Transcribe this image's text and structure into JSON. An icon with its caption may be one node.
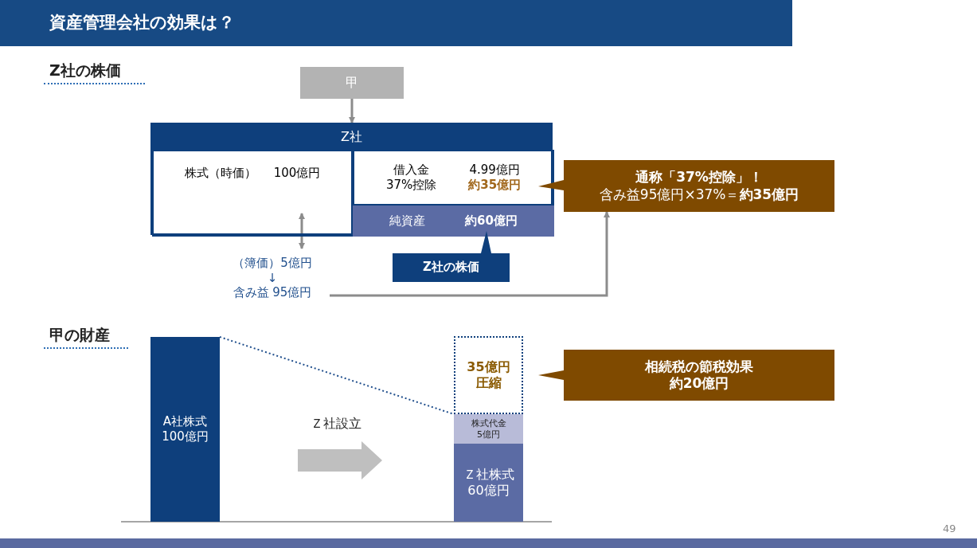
{
  "diagram": {
    "title": "資産管理会社の効果は？",
    "nodes": [
      {
        "text": [
          "甲"
        ]
      },
      {
        "text": [
          "Z社"
        ]
      },
      {
        "text": [
          "株式（時価）",
          "100億円"
        ],
        "in": 1
      },
      {
        "text": [
          "借入金",
          "4.99億円",
          "37%控除",
          "約35億円"
        ],
        "in": 1
      },
      {
        "text": [
          "純資産",
          "約60億円"
        ],
        "in": 1
      },
      {
        "text": [
          "Z社の株価"
        ]
      },
      {
        "text": [
          "（簿価）5億円",
          "↓",
          "含み益 95億円"
        ]
      },
      {
        "text": [
          "通称「37%控除」！",
          "含み益95億円×37%＝**約35億円**"
        ]
      },
      {
        "text": [
          "A社株式100億円"
        ]
      },
      {
        "text": [
          "35億円圧縮"
        ]
      },
      {
        "text": [
          "株式代金5億円"
        ]
      },
      {
        "text": [
          "Ｚ社株式60億円"
        ]
      },
      {
        "text": [
          "相続税の節税効果",
          "約20億円"
        ]
      }
    ],
    "edges": [
      {
        "from": 0,
        "to": 1,
        "arrow": "to"
      },
      {
        "from": 2,
        "to": 6,
        "arrow": "both"
      },
      {
        "from": 6,
        "to": 7,
        "arrow": "to"
      },
      {
        "from": 8,
        "to": 9,
        "arrow": "none",
        "style": "dashed",
        "color": "#1f4e8c"
      }
    ],
    "labels": [
      "Z社の株価",
      "甲の財産",
      "Ｚ社設立",
      "49"
    ]
  }
}
